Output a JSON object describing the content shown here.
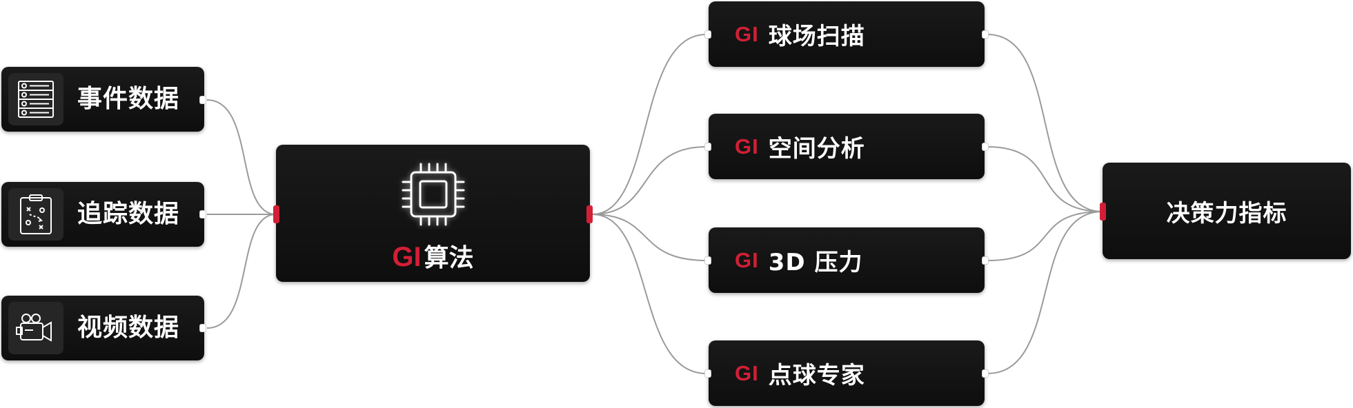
{
  "sources": [
    {
      "label": "事件数据",
      "icon": "list-icon"
    },
    {
      "label": "追踪数据",
      "icon": "tactics-board-icon"
    },
    {
      "label": "视频数据",
      "icon": "video-camera-icon"
    }
  ],
  "algorithm": {
    "prefix": "GI",
    "label": "算法",
    "icon": "chip-icon"
  },
  "steps": [
    {
      "prefix": "GI",
      "label": "球场扫描"
    },
    {
      "prefix": "GI",
      "label": "空间分析"
    },
    {
      "prefix": "GI",
      "label": "3D 压力"
    },
    {
      "prefix": "GI",
      "label": "点球专家"
    }
  ],
  "output": {
    "label": "决策力指标"
  },
  "colors": {
    "node_bg": "#141414",
    "accent": "#d21f35",
    "connector": "#9a9a9a"
  }
}
